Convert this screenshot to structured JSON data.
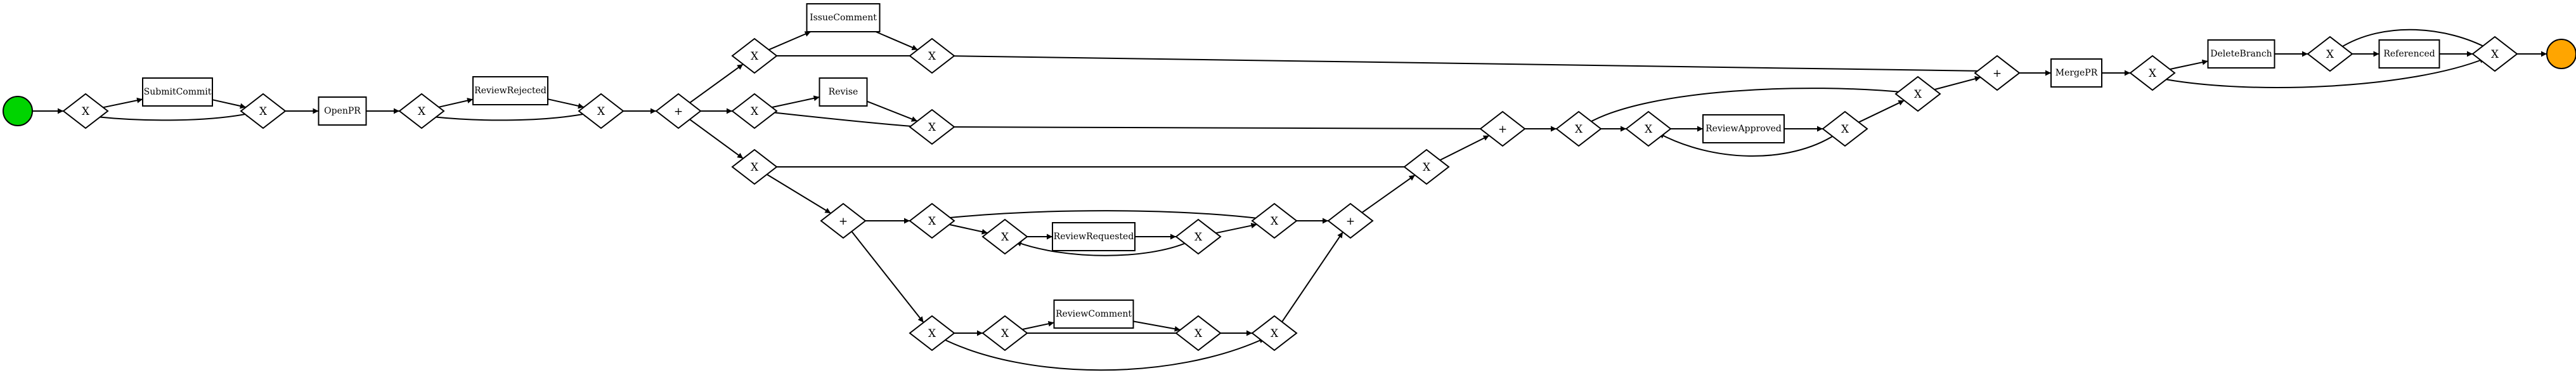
{
  "diagram": {
    "type": "process-flow",
    "colors": {
      "start_event": "#00d400",
      "end_event": "#ffa500",
      "stroke": "#000000",
      "fill": "#ffffff"
    },
    "nodes": [
      {
        "id": "start",
        "kind": "start",
        "label": ""
      },
      {
        "id": "g1",
        "kind": "xor",
        "label": "X"
      },
      {
        "id": "submitcommit",
        "kind": "task",
        "label": "SubmitCommit"
      },
      {
        "id": "g2",
        "kind": "xor",
        "label": "X"
      },
      {
        "id": "openpr",
        "kind": "task",
        "label": "OpenPR"
      },
      {
        "id": "g3",
        "kind": "xor",
        "label": "X"
      },
      {
        "id": "reviewrejected",
        "kind": "task",
        "label": "ReviewRejected"
      },
      {
        "id": "g4",
        "kind": "xor",
        "label": "X"
      },
      {
        "id": "p1",
        "kind": "and",
        "label": "+"
      },
      {
        "id": "g5",
        "kind": "xor",
        "label": "X"
      },
      {
        "id": "issuecomment",
        "kind": "task",
        "label": "IssueComment"
      },
      {
        "id": "g6",
        "kind": "xor",
        "label": "X"
      },
      {
        "id": "g7",
        "kind": "xor",
        "label": "X"
      },
      {
        "id": "revise",
        "kind": "task",
        "label": "Revise"
      },
      {
        "id": "g8",
        "kind": "xor",
        "label": "X"
      },
      {
        "id": "g9",
        "kind": "xor",
        "label": "X"
      },
      {
        "id": "p2",
        "kind": "and",
        "label": "+"
      },
      {
        "id": "g10",
        "kind": "xor",
        "label": "X"
      },
      {
        "id": "g11",
        "kind": "xor",
        "label": "X"
      },
      {
        "id": "reviewrequested",
        "kind": "task",
        "label": "ReviewRequested"
      },
      {
        "id": "g12",
        "kind": "xor",
        "label": "X"
      },
      {
        "id": "g13",
        "kind": "xor",
        "label": "X"
      },
      {
        "id": "g14",
        "kind": "xor",
        "label": "X"
      },
      {
        "id": "g15",
        "kind": "xor",
        "label": "X"
      },
      {
        "id": "reviewcomment",
        "kind": "task",
        "label": "ReviewComment"
      },
      {
        "id": "g16",
        "kind": "xor",
        "label": "X"
      },
      {
        "id": "g17",
        "kind": "xor",
        "label": "X"
      },
      {
        "id": "p3",
        "kind": "and",
        "label": "+"
      },
      {
        "id": "g18",
        "kind": "xor",
        "label": "X"
      },
      {
        "id": "p4",
        "kind": "and",
        "label": "+"
      },
      {
        "id": "g19",
        "kind": "xor",
        "label": "X"
      },
      {
        "id": "g20",
        "kind": "xor",
        "label": "X"
      },
      {
        "id": "reviewapproved",
        "kind": "task",
        "label": "ReviewApproved"
      },
      {
        "id": "g21",
        "kind": "xor",
        "label": "X"
      },
      {
        "id": "g22",
        "kind": "xor",
        "label": "X"
      },
      {
        "id": "p5",
        "kind": "and",
        "label": "+"
      },
      {
        "id": "mergepr",
        "kind": "task",
        "label": "MergePR"
      },
      {
        "id": "g23",
        "kind": "xor",
        "label": "X"
      },
      {
        "id": "deletebranch",
        "kind": "task",
        "label": "DeleteBranch"
      },
      {
        "id": "g24",
        "kind": "xor",
        "label": "X"
      },
      {
        "id": "referenced",
        "kind": "task",
        "label": "Referenced"
      },
      {
        "id": "g25",
        "kind": "xor",
        "label": "X"
      },
      {
        "id": "end",
        "kind": "end",
        "label": ""
      }
    ],
    "edges": [
      [
        "start",
        "g1"
      ],
      [
        "g1",
        "submitcommit"
      ],
      [
        "g1",
        "g2"
      ],
      [
        "submitcommit",
        "g2"
      ],
      [
        "g2",
        "openpr"
      ],
      [
        "openpr",
        "g3"
      ],
      [
        "g3",
        "reviewrejected"
      ],
      [
        "g3",
        "g4"
      ],
      [
        "reviewrejected",
        "g4"
      ],
      [
        "g4",
        "p1"
      ],
      [
        "p1",
        "g5"
      ],
      [
        "p1",
        "g7"
      ],
      [
        "p1",
        "g9"
      ],
      [
        "g5",
        "issuecomment"
      ],
      [
        "issuecomment",
        "g6"
      ],
      [
        "g6",
        "g5"
      ],
      [
        "g6",
        "p5"
      ],
      [
        "g7",
        "revise"
      ],
      [
        "revise",
        "g8"
      ],
      [
        "g8",
        "g7"
      ],
      [
        "g8",
        "p4"
      ],
      [
        "g9",
        "p2"
      ],
      [
        "g9",
        "g18"
      ],
      [
        "p2",
        "g10"
      ],
      [
        "p2",
        "g14"
      ],
      [
        "g10",
        "g11"
      ],
      [
        "g10",
        "g13"
      ],
      [
        "g11",
        "reviewrequested"
      ],
      [
        "reviewrequested",
        "g12"
      ],
      [
        "g12",
        "g11"
      ],
      [
        "g12",
        "g13"
      ],
      [
        "g13",
        "p3"
      ],
      [
        "g14",
        "g15"
      ],
      [
        "g14",
        "g17"
      ],
      [
        "g15",
        "reviewcomment"
      ],
      [
        "reviewcomment",
        "g16"
      ],
      [
        "g16",
        "g15"
      ],
      [
        "g16",
        "g17"
      ],
      [
        "g17",
        "p3"
      ],
      [
        "p3",
        "g18"
      ],
      [
        "g18",
        "p4"
      ],
      [
        "p4",
        "g19"
      ],
      [
        "g19",
        "g20"
      ],
      [
        "g19",
        "g22"
      ],
      [
        "g20",
        "reviewapproved"
      ],
      [
        "reviewapproved",
        "g21"
      ],
      [
        "g21",
        "g20"
      ],
      [
        "g21",
        "g22"
      ],
      [
        "g22",
        "p5"
      ],
      [
        "p5",
        "mergepr"
      ],
      [
        "mergepr",
        "g23"
      ],
      [
        "g23",
        "deletebranch"
      ],
      [
        "g23",
        "g25"
      ],
      [
        "deletebranch",
        "g24"
      ],
      [
        "g24",
        "referenced"
      ],
      [
        "g24",
        "g25"
      ],
      [
        "referenced",
        "g25"
      ],
      [
        "g25",
        "end"
      ]
    ]
  }
}
